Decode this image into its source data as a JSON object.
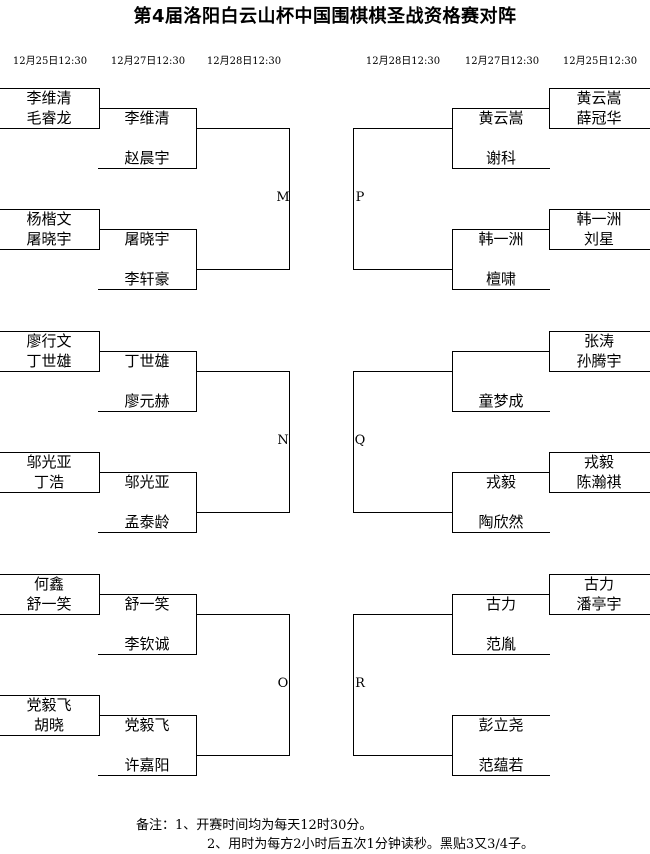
{
  "title": "第4届洛阳白云山杯中国围棋棋圣战资格赛对阵",
  "left_dates": [
    "12月25日12:30",
    "12月27日12:30",
    "12月28日12:30"
  ],
  "right_dates": [
    "12月28日12:30",
    "12月27日12:30",
    "12月25日12:30"
  ],
  "left_groups": [
    {
      "letter": "M",
      "blocks": [
        {
          "r1": [
            "李维清",
            "毛睿龙"
          ],
          "r2": [
            "李维清",
            "赵晨宇"
          ]
        },
        {
          "r1": [
            "杨楷文",
            "屠晓宇"
          ],
          "r2": [
            "屠晓宇",
            "李轩豪"
          ]
        }
      ]
    },
    {
      "letter": "N",
      "blocks": [
        {
          "r1": [
            "廖行文",
            "丁世雄"
          ],
          "r2": [
            "丁世雄",
            "廖元赫"
          ]
        },
        {
          "r1": [
            "邬光亚",
            "丁浩"
          ],
          "r2": [
            "邬光亚",
            "孟泰龄"
          ]
        }
      ]
    },
    {
      "letter": "O",
      "blocks": [
        {
          "r1": [
            "何鑫",
            "舒一笑"
          ],
          "r2": [
            "舒一笑",
            "李钦诚"
          ]
        },
        {
          "r1": [
            "党毅飞",
            "胡晓"
          ],
          "r2": [
            "党毅飞",
            "许嘉阳"
          ]
        }
      ]
    }
  ],
  "right_groups": [
    {
      "letter": "P",
      "blocks": [
        {
          "r1": [
            "黄云嵩",
            "薛冠华"
          ],
          "r2": [
            "黄云嵩",
            "谢科"
          ]
        },
        {
          "r1": [
            "韩一洲",
            "刘星"
          ],
          "r2": [
            "韩一洲",
            "檀啸"
          ]
        }
      ]
    },
    {
      "letter": "Q",
      "blocks": [
        {
          "r1": [
            "张涛",
            "孙腾宇"
          ],
          "r2": [
            "",
            "童梦成"
          ]
        },
        {
          "r1": [
            "戎毅",
            "陈瀚祺"
          ],
          "r2": [
            "戎毅",
            "陶欣然"
          ]
        }
      ]
    },
    {
      "letter": "R",
      "blocks": [
        {
          "r1": [
            "古力",
            "潘亭宇"
          ],
          "r2": [
            "古力",
            "范胤"
          ]
        },
        {
          "r1": null,
          "r2": [
            "彭立尧",
            "范蕴若"
          ]
        }
      ]
    }
  ],
  "notes": {
    "line1": "备注：1、开赛时间均为每天12时30分。",
    "line2": "2、用时为每方2小时后五次1分钟读秒。黑贴3又3/4子。"
  }
}
